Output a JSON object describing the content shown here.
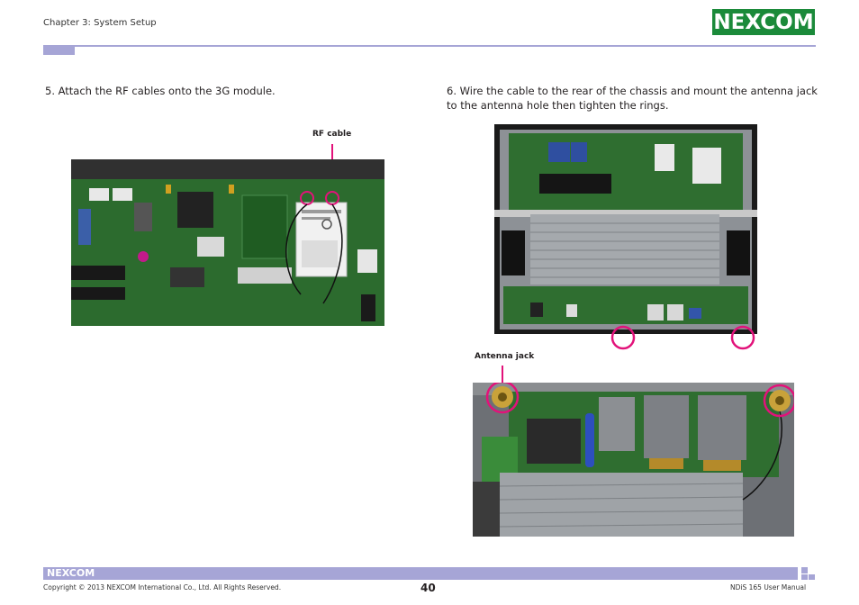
{
  "header": {
    "chapter": "Chapter 3: System Setup",
    "logo_text": "NEXCOM"
  },
  "left_column": {
    "step_text": "5.  Attach the RF cables onto the 3G module.",
    "callout": "RF cable"
  },
  "right_column": {
    "step_text": "6.  Wire the cable to the rear of the chassis and mount the antenna jack to the antenna hole then tighten the rings.",
    "callout": "Antenna jack"
  },
  "footer": {
    "logo_text": "NEXCOM",
    "copyright": "Copyright © 2013 NEXCOM International Co., Ltd. All Rights Reserved.",
    "page_number": "40",
    "manual_title": "NDiS 165 User Manual"
  },
  "colors": {
    "accent": "#a6a5d6",
    "brand": "#1b8a3a",
    "highlight": "#e2127a"
  }
}
